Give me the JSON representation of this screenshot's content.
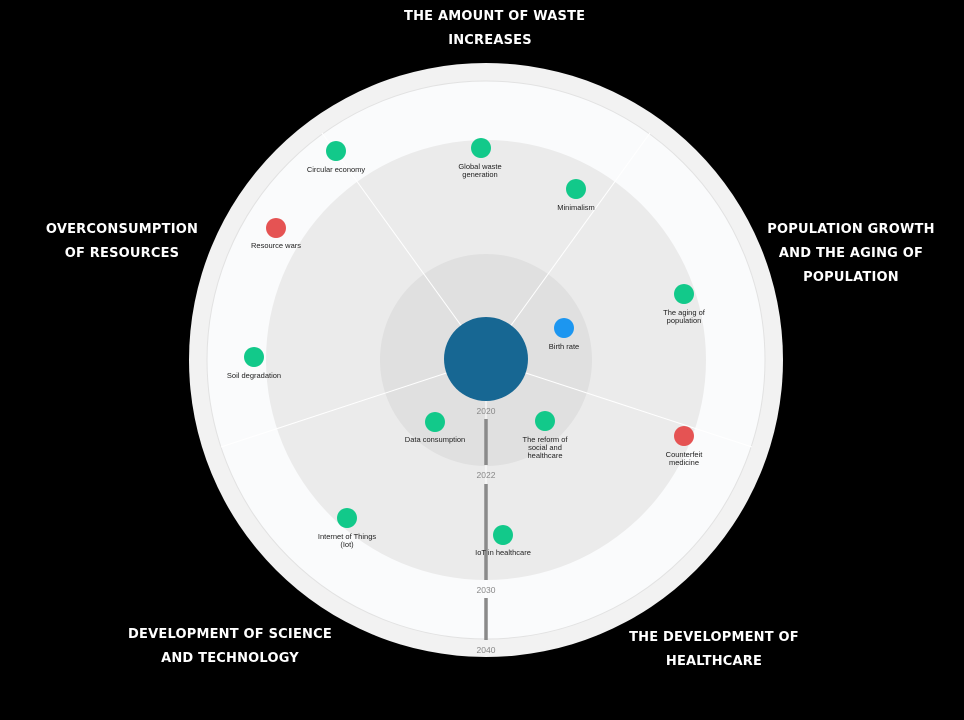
{
  "sectors": [
    {
      "id": "waste",
      "lines": [
        "THE AMOUNT OF WASTE",
        "INCREASES"
      ]
    },
    {
      "id": "population",
      "lines": [
        "POPULATION GROWTH",
        "AND THE  AGING OF",
        "POPULATION"
      ]
    },
    {
      "id": "healthcare",
      "lines": [
        "THE DEVELOPMENT OF",
        "HEALTHCARE"
      ]
    },
    {
      "id": "science",
      "lines": [
        "DEVELOPMENT OF SCIENCE",
        "AND TECHNOLOGY"
      ]
    },
    {
      "id": "resources",
      "lines": [
        "OVERCONSUMPTION",
        "OF RESOURCES"
      ]
    }
  ],
  "years": [
    "2020",
    "2022",
    "2030",
    "2040"
  ],
  "items": [
    {
      "id": "global-waste-generation",
      "lines": [
        "Global waste",
        "generation"
      ],
      "status": "green"
    },
    {
      "id": "minimalism",
      "lines": [
        "Minimalism"
      ],
      "status": "green"
    },
    {
      "id": "circular-economy",
      "lines": [
        "Circular economy"
      ],
      "status": "green"
    },
    {
      "id": "resource-wars",
      "lines": [
        "Resource wars"
      ],
      "status": "red"
    },
    {
      "id": "soil-degradation",
      "lines": [
        "Soil degradation"
      ],
      "status": "green"
    },
    {
      "id": "the-aging-of-population",
      "lines": [
        "The aging of",
        "population"
      ],
      "status": "green"
    },
    {
      "id": "birth-rate",
      "lines": [
        "Birth rate"
      ],
      "status": "blue"
    },
    {
      "id": "counterfeit-medicine",
      "lines": [
        "Counterfeit",
        "medicine"
      ],
      "status": "red"
    },
    {
      "id": "the-reform-of-social-and-healthcare",
      "lines": [
        "The reform of",
        "social and",
        "healthcare"
      ],
      "status": "green"
    },
    {
      "id": "iot-in-healthcare",
      "lines": [
        "IoT in healthcare"
      ],
      "status": "green"
    },
    {
      "id": "data-consumption",
      "lines": [
        "Data consumption"
      ],
      "status": "green"
    },
    {
      "id": "internet-of-things",
      "lines": [
        "Internet of Things",
        "(Iot)"
      ],
      "status": "green"
    }
  ],
  "colors": {
    "background": "#000000",
    "green": "#12c98a",
    "red": "#e55353",
    "blue": "#1c96f0",
    "center": "#176793",
    "ring_outer": "#f2f2f2",
    "ring_band": "#fafbfc",
    "ring_mid": "#ebebeb",
    "ring_inner": "#e0e0e0",
    "timeline": "#8a8a8a"
  }
}
